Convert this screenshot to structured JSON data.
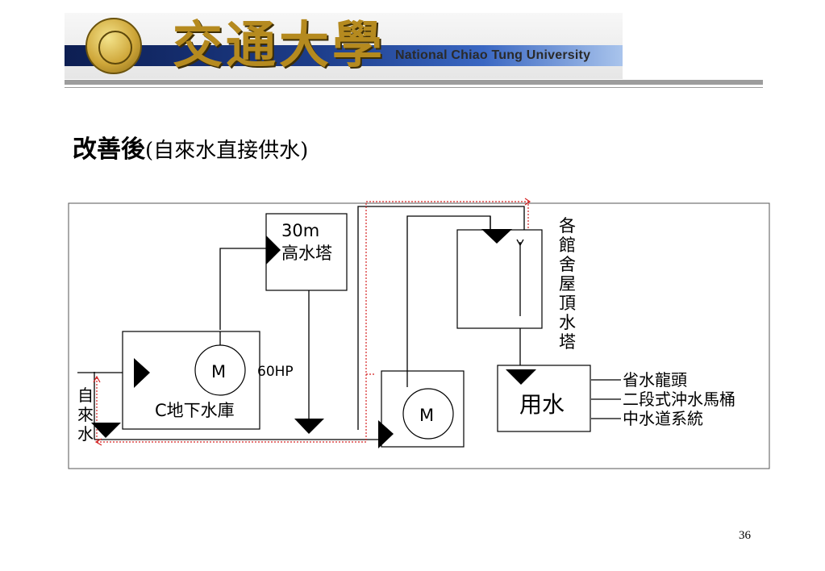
{
  "header": {
    "logo_calligraphy": "交通大學",
    "banner_text": "National Chiao Tung University"
  },
  "slide": {
    "title_main": "改善後",
    "title_paren": "(自來水直接供水)",
    "page_number": "36"
  },
  "diagram": {
    "tower_height": "30m",
    "tower_label": "高水塔",
    "reservoir_label": "C地下水庫",
    "motor_label": "M",
    "pump_power": "60HP",
    "source_label": [
      "自",
      "來",
      "水"
    ],
    "roof_tank_label": [
      "各",
      "館",
      "舍",
      "屋",
      "頂",
      "水",
      "塔"
    ],
    "usage_label": "用水",
    "usage_items": [
      "省水龍頭",
      "二段式沖水馬桶",
      "中水道系統"
    ]
  }
}
